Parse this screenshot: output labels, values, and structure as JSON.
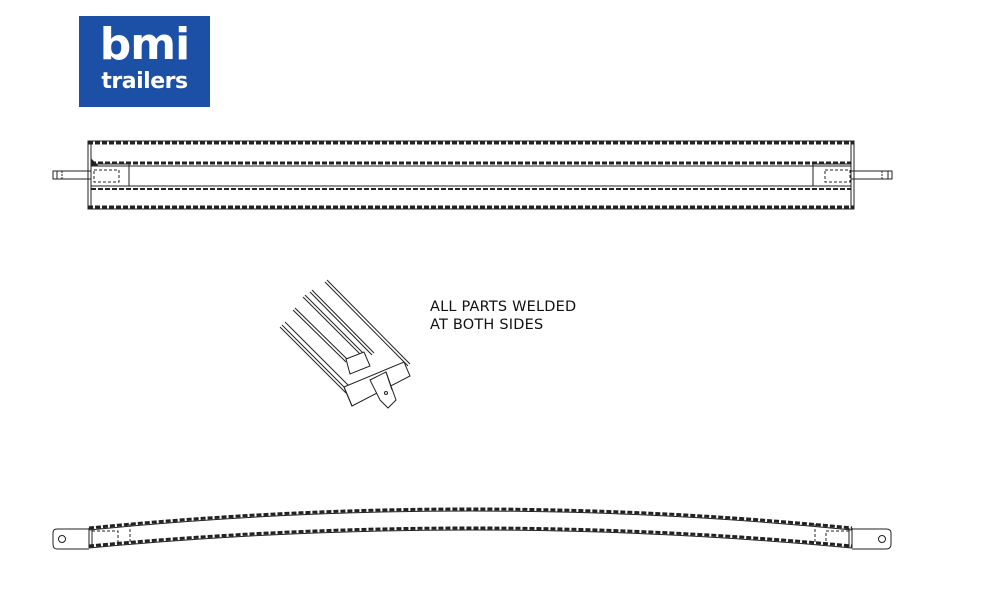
{
  "logo": {
    "line1": "bmi",
    "line2": "trailers",
    "background": "#1c4fa6",
    "text_color": "#ffffff"
  },
  "views": {
    "top_view": {
      "label": "straight-axle-top-view"
    },
    "detail_view": {
      "label": "isometric-end-detail"
    },
    "side_view": {
      "label": "curved-axle-side-view"
    }
  },
  "note": {
    "line1": "ALL PARTS WELDED",
    "line2": "AT BOTH SIDES"
  }
}
